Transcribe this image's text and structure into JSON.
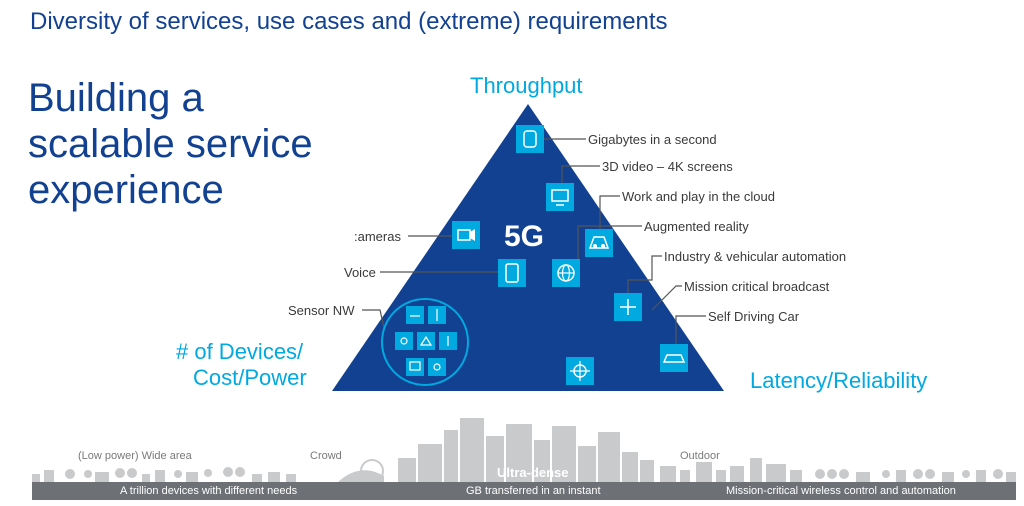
{
  "header": {
    "title": "Diversity of services, use cases and (extreme) requirements"
  },
  "main_title": {
    "line1": "Building a",
    "line2": "scalable service",
    "line3": "experience"
  },
  "pyramid": {
    "center_label": "5G"
  },
  "corners": {
    "top": "Throughput",
    "bottom_left_line1": "# of Devices/",
    "bottom_left_line2": "Cost/Power",
    "bottom_right": "Latency/Reliability"
  },
  "callouts": {
    "gigabytes": "Gigabytes in a second",
    "video": "3D video – 4K screens",
    "cloud": "Work and play in the cloud",
    "ar": "Augmented reality",
    "automation": "Industry & vehicular automation",
    "broadcast": "Mission critical broadcast",
    "car": "Self Driving Car",
    "cameras": ":ameras",
    "voice": "Voice",
    "sensor": "Sensor NW"
  },
  "city": {
    "wide_area": "(Low power) Wide area",
    "crowd": "Crowd",
    "ultra_dense": "Ultra-dense",
    "outdoor": "Outdoor"
  },
  "bottom_bar": {
    "left": "A trillion devices with different needs",
    "center": "GB transferred in an instant",
    "right": "Mission-critical wireless control and automation"
  },
  "colors": {
    "navy": "#124191",
    "cyan": "#00a9e0",
    "bar_gray": "#6d7075",
    "city_gray": "#c9cacc"
  }
}
